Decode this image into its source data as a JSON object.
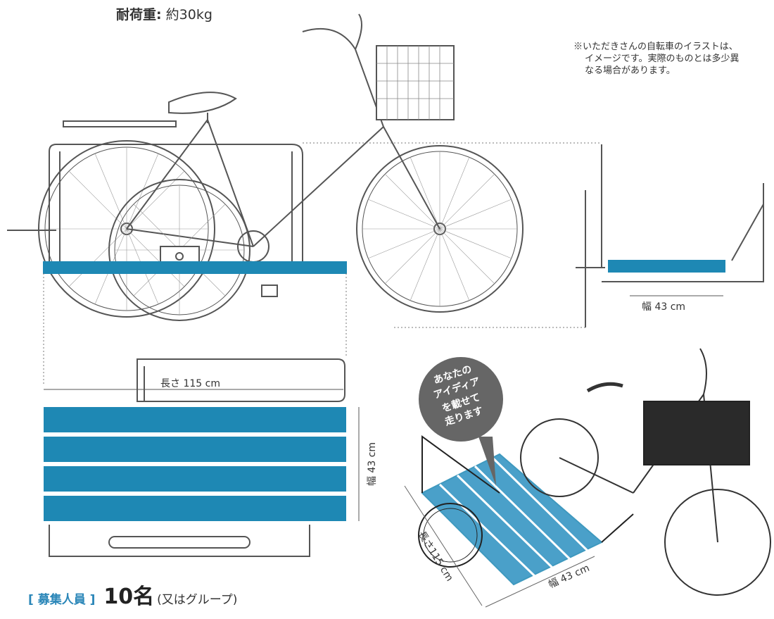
{
  "load_capacity": {
    "label": "耐荷重:",
    "value": "約30kg"
  },
  "note": {
    "line1": "※いただきさんの自転車のイラストは、",
    "line2": "イメージです。実際のものとは多少異",
    "line3": "なる場合があります。"
  },
  "dimensions": {
    "width_side": "幅 43 cm",
    "length_top": "長さ 115 cm",
    "width_top": "幅 43 cm",
    "length_photo": "長さ115 cm",
    "width_photo": "幅 43 cm"
  },
  "bubble": {
    "line1": "あなたの",
    "line2": "アイディア",
    "line3": "を載せて",
    "line4": "走ります"
  },
  "recruit": {
    "label": "[ 募集人員 ]",
    "count": "10名",
    "sub": "(又はグループ)"
  },
  "colors": {
    "deck_blue": "#1e88b4",
    "line_gray": "#555555",
    "accent": "#2a86b8",
    "bubble_gray": "#666666"
  }
}
